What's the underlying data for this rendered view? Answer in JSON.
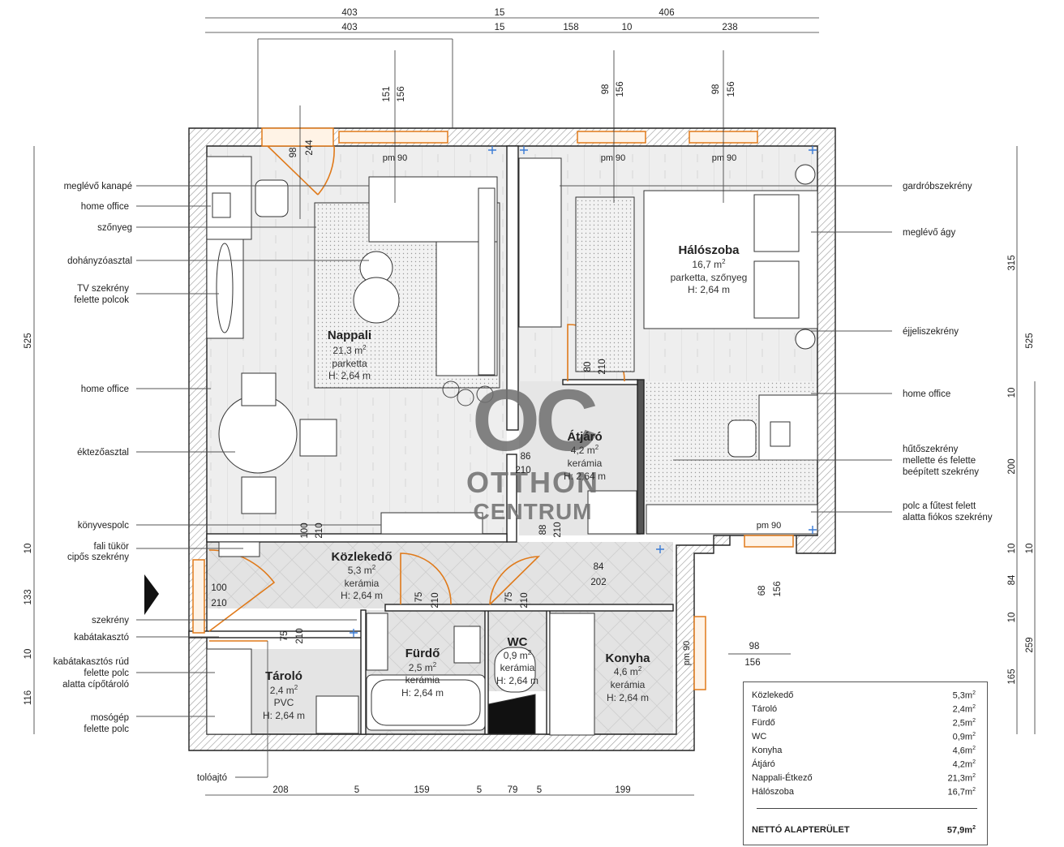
{
  "rooms": {
    "nappali": {
      "name": "Nappali",
      "area": "21,3 m",
      "sup": "2",
      "floor": "parketta",
      "height": "H: 2,64 m"
    },
    "haloszoba": {
      "name": "Hálószoba",
      "area": "16,7 m",
      "sup": "2",
      "floor": "parketta, szőnyeg",
      "height": "H: 2,64 m"
    },
    "atjaro": {
      "name": "Átjáró",
      "area": "4,2 m",
      "sup": "2",
      "floor": "kerámia",
      "height": "H: 2,64 m"
    },
    "kozlekedo": {
      "name": "Közlekedő",
      "area": "5,3 m",
      "sup": "2",
      "floor": "kerámia",
      "height": "H: 2,64 m"
    },
    "tarolo": {
      "name": "Tároló",
      "area": "2,4 m",
      "sup": "2",
      "floor": "PVC",
      "height": "H: 2,64 m"
    },
    "furdo": {
      "name": "Fürdő",
      "area": "2,5 m",
      "sup": "2",
      "floor": "kerámia",
      "height": "H: 2,64 m"
    },
    "wc": {
      "name": "WC",
      "area": "0,9 m",
      "sup": "2",
      "floor": "kerámia",
      "height": "H: 2,64 m"
    },
    "konyha": {
      "name": "Konyha",
      "area": "4,6 m",
      "sup": "2",
      "floor": "kerámia",
      "height": "H: 2,64 m"
    }
  },
  "left_labels": [
    "meglévő kanapé",
    "home office",
    "szőnyeg",
    "dohányzóasztal",
    "TV szekrény",
    "felette polcok",
    "home office",
    "éktezőasztal",
    "könyvespolc",
    "fali tükör",
    "cipős szekrény",
    "szekrény",
    "kabátakasztó",
    "kabátakasztós rúd",
    "felette polc",
    "alatta cípőtároló",
    "mosógép",
    "felette polc",
    "tolóajtó"
  ],
  "right_labels": [
    "gardróbszekrény",
    "meglévő ágy",
    "éjjeliszekrény",
    "home office",
    "hűtőszekrény",
    "mellette és felette",
    "beépített szekrény",
    "polc a fűtest felett",
    "alatta fiókos szekrény"
  ],
  "dimensions": {
    "top_row1": [
      "403",
      "15",
      "406"
    ],
    "top_row2": [
      "403",
      "15",
      "158",
      "10",
      "238"
    ],
    "bottom": [
      "208",
      "5",
      "159",
      "5",
      "79",
      "5",
      "199"
    ],
    "left": [
      "525",
      "10",
      "133",
      "10",
      "116"
    ],
    "right_outer": [
      "315",
      "525",
      "10",
      "200",
      "10",
      "84",
      "10",
      "165",
      "259",
      "10"
    ],
    "windows": [
      "151",
      "156",
      "98",
      "244",
      "98",
      "156",
      "98",
      "156",
      "68",
      "156",
      "98",
      "156"
    ],
    "doors": [
      "80",
      "210",
      "86",
      "210",
      "100",
      "210",
      "88",
      "210",
      "84",
      "202",
      "100",
      "210",
      "75",
      "210",
      "75",
      "210",
      "75",
      "210"
    ],
    "radiators": [
      "pm 90",
      "pm 90",
      "pm 90",
      "pm 90",
      "pm 90"
    ]
  },
  "watermark": {
    "logo": "OC",
    "line1": "OTTHON",
    "line2": "CENTRUM"
  },
  "summary": {
    "rows": [
      {
        "name": "Közlekedő",
        "value": "5,3m",
        "sup": "2"
      },
      {
        "name": "Tároló",
        "value": "2,4m",
        "sup": "2"
      },
      {
        "name": "Fürdő",
        "value": "2,5m",
        "sup": "2"
      },
      {
        "name": "WC",
        "value": "0,9m",
        "sup": "2"
      },
      {
        "name": "Konyha",
        "value": "4,6m",
        "sup": "2"
      },
      {
        "name": "Átjáró",
        "value": "4,2m",
        "sup": "2"
      },
      {
        "name": "Nappali-Étkező",
        "value": "21,3m",
        "sup": "2"
      },
      {
        "name": "Hálószoba",
        "value": "16,7m",
        "sup": "2"
      }
    ],
    "total_label": "NETTÓ ALAPTERÜLET",
    "total_value": "57,9m",
    "total_sup": "2"
  },
  "colors": {
    "wall": "#222222",
    "door": "#e07a1a",
    "window": "#e07a1a",
    "tile_fill": "#dcdcdc",
    "floor_fill": "#ececec",
    "watermark": "#6f6f6f"
  }
}
